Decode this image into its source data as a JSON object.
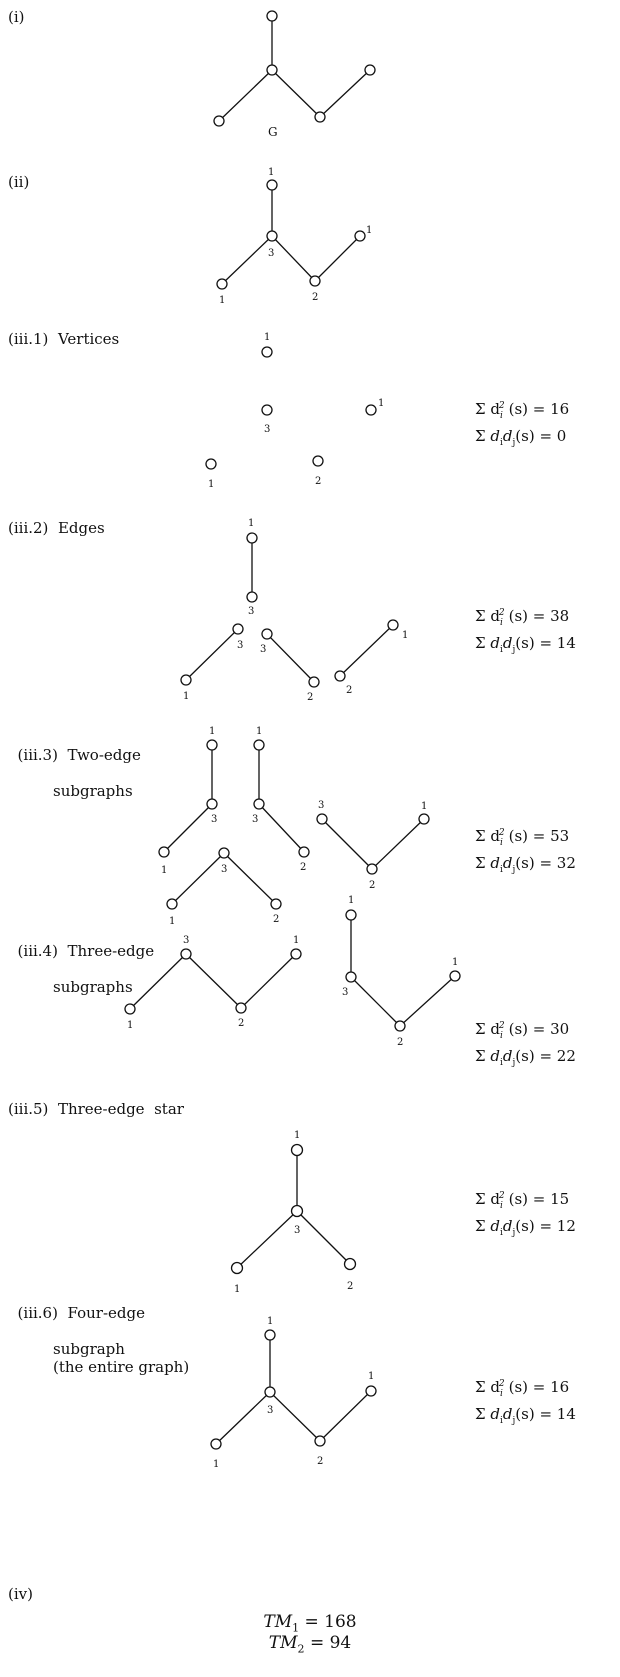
{
  "sections": [
    {
      "id": "i",
      "label": "(i)"
    },
    {
      "id": "ii",
      "label": "(ii)"
    },
    {
      "id": "iii1",
      "label": "(iii.1)  Vertices",
      "sum_d_squared": "16",
      "sum_d_product": "0"
    },
    {
      "id": "iii2",
      "label": "(iii.2)  Edges",
      "sum_d_squared": "38",
      "sum_d_product": "14"
    },
    {
      "id": "iii3",
      "label": "(iii.3)  Two-edge",
      "sublabel": "subgraphs",
      "sum_d_squared": "53",
      "sum_d_product": "32"
    },
    {
      "id": "iii4",
      "label": "(iii.4)  Three-edge",
      "sublabel": "subgraphs",
      "sum_d_squared": "30",
      "sum_d_product": "22"
    },
    {
      "id": "iii5",
      "label": "(iii.5)  Three-edge  star",
      "sum_d_squared": "15",
      "sum_d_product": "12"
    },
    {
      "id": "iii6",
      "label": "(iii.6)  Four-edge",
      "sublabel": "subgraph\n(the entire graph)",
      "sum_d_squared": "16",
      "sum_d_product": "14"
    },
    {
      "id": "iv",
      "label": "(iv)"
    }
  ],
  "graph_label": "G",
  "formula_sq_prefix": "Σ d",
  "formula_sq_suffix": "(s) = ",
  "formula_prod_suffix": "(s) = ",
  "results": {
    "tm1_name": "TM",
    "tm1_index": "1",
    "tm1_value": "= 168",
    "tm2_name": "TM",
    "tm2_index": "2",
    "tm2_value": "= 94"
  },
  "degrees": {
    "a": "1",
    "b": "3",
    "c": "1",
    "d": "2",
    "e": "1"
  }
}
